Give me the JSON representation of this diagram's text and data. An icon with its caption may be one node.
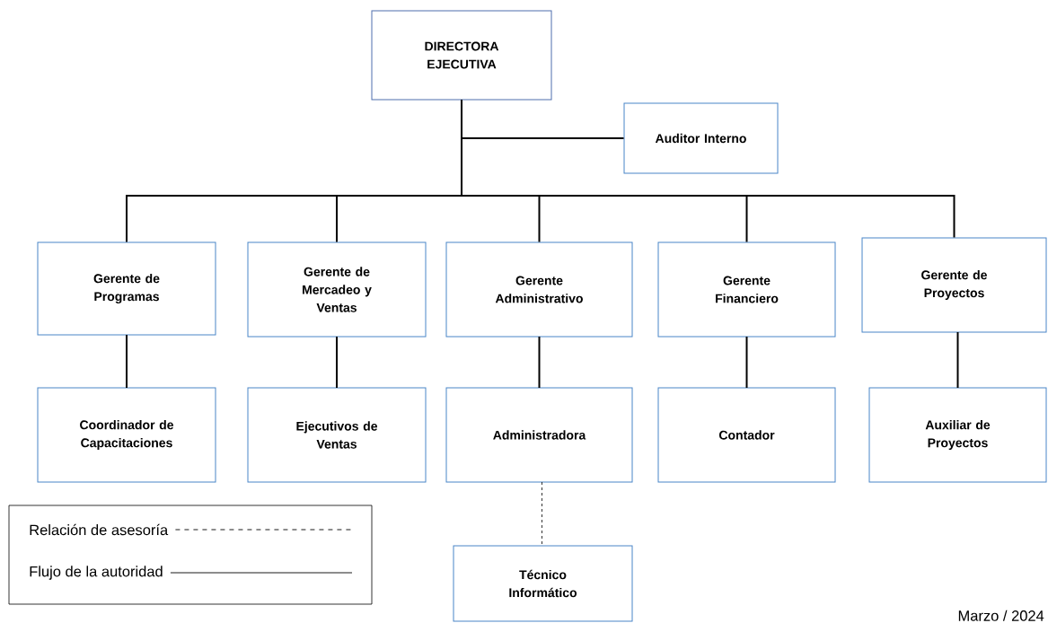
{
  "diagram": {
    "nodes": [
      {
        "text": [
          "DIRECTORA EJECUTIVA"
        ]
      },
      {
        "text": [
          "Auditor Interno"
        ]
      },
      {
        "text": [
          "Gerente de Programas"
        ]
      },
      {
        "text": [
          "Gerente de Mercadeo y Ventas"
        ]
      },
      {
        "text": [
          "Gerente Administrativo"
        ]
      },
      {
        "text": [
          "Gerente Financiero"
        ]
      },
      {
        "text": [
          "Gerente de Proyectos"
        ]
      },
      {
        "text": [
          "Coordinador de Capacitaciones"
        ]
      },
      {
        "text": [
          "Ejecutivos de Ventas"
        ]
      },
      {
        "text": [
          "Administradora"
        ]
      },
      {
        "text": [
          "Contador"
        ]
      },
      {
        "text": [
          "Auxiliar de Proyectos"
        ]
      },
      {
        "text": [
          "Técnico Informático"
        ]
      }
    ],
    "edges": [
      {
        "from": 0,
        "to": 1,
        "arrow": "none"
      },
      {
        "from": 0,
        "to": 2,
        "arrow": "none"
      },
      {
        "from": 0,
        "to": 3,
        "arrow": "none"
      },
      {
        "from": 0,
        "to": 4,
        "arrow": "none"
      },
      {
        "from": 0,
        "to": 5,
        "arrow": "none"
      },
      {
        "from": 0,
        "to": 6,
        "arrow": "none"
      },
      {
        "from": 2,
        "to": 7,
        "arrow": "none"
      },
      {
        "from": 3,
        "to": 8,
        "arrow": "none"
      },
      {
        "from": 4,
        "to": 9,
        "arrow": "none"
      },
      {
        "from": 5,
        "to": 10,
        "arrow": "none"
      },
      {
        "from": 6,
        "to": 11,
        "arrow": "none"
      },
      {
        "from": 9,
        "to": 12,
        "arrow": "none",
        "style": "dashed"
      }
    ],
    "labels": [
      "Marzo / 2024"
    ],
    "legend": [
      {
        "text": "Relación de asesoría"
      },
      {
        "text": "Flujo de la autoridad"
      }
    ]
  }
}
